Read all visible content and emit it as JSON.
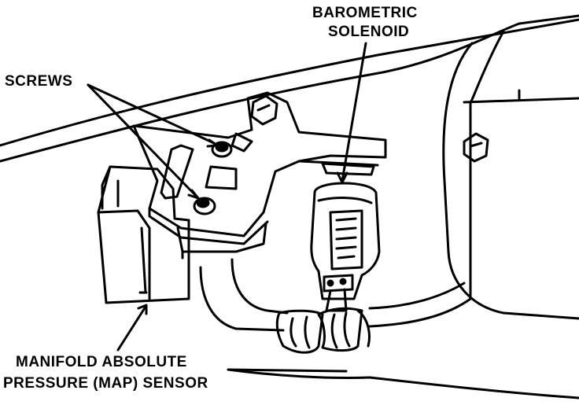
{
  "labels": {
    "barometric_line1": "BAROMETRIC",
    "barometric_line2": "SOLENOID",
    "screws": "SCREWS",
    "map_line1": "MANIFOLD ABSOLUTE",
    "map_line2": "PRESSURE (MAP) SENSOR"
  },
  "colors": {
    "ink": "#000000",
    "paper": "#ffffff"
  }
}
